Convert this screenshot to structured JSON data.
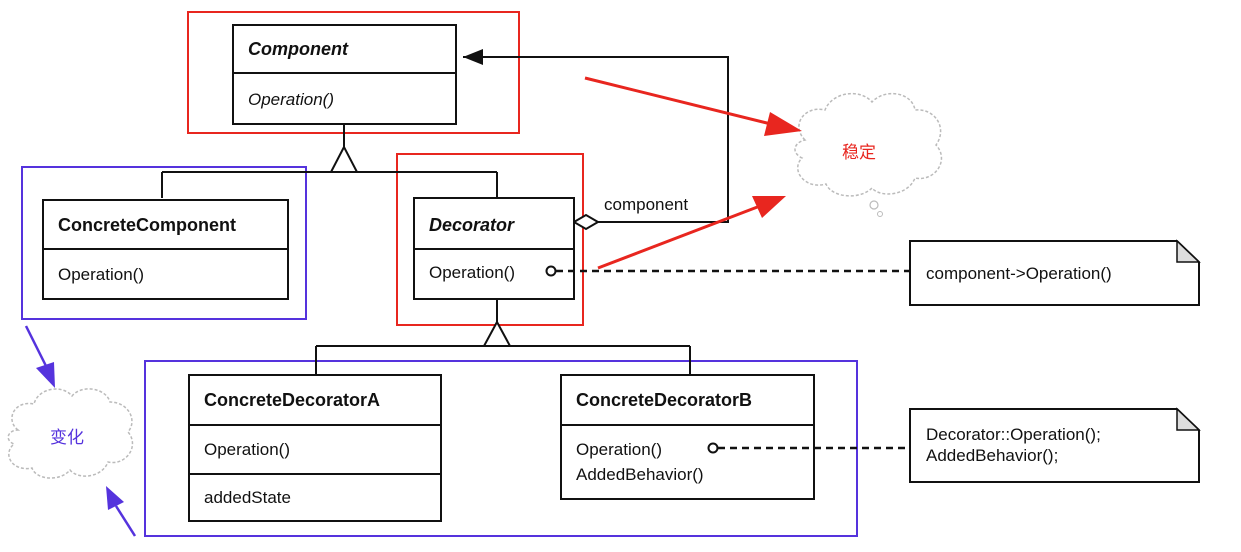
{
  "classes": {
    "component": {
      "name": "Component",
      "operations": [
        "Operation()"
      ]
    },
    "concrete_component": {
      "name": "ConcreteComponent",
      "operations": [
        "Operation()"
      ]
    },
    "decorator": {
      "name": "Decorator",
      "operations": [
        "Operation()"
      ]
    },
    "concrete_decorator_a": {
      "name": "ConcreteDecoratorA",
      "operations": [
        "Operation()"
      ],
      "attributes": [
        "addedState"
      ]
    },
    "concrete_decorator_b": {
      "name": "ConcreteDecoratorB",
      "operations": [
        "Operation()",
        "AddedBehavior()"
      ]
    }
  },
  "association_label": "component",
  "notes": {
    "decorator_note": [
      "component->Operation()"
    ],
    "decorator_b_note": [
      "Decorator::Operation();",
      "AddedBehavior();"
    ]
  },
  "annotations": {
    "stable": {
      "text": "稳定",
      "color": "#e8261f"
    },
    "change": {
      "text": "变化",
      "color": "#5533dd"
    }
  },
  "colors": {
    "stable_frame": "#e8261f",
    "change_frame": "#5533dd",
    "uml_line": "#111111"
  }
}
